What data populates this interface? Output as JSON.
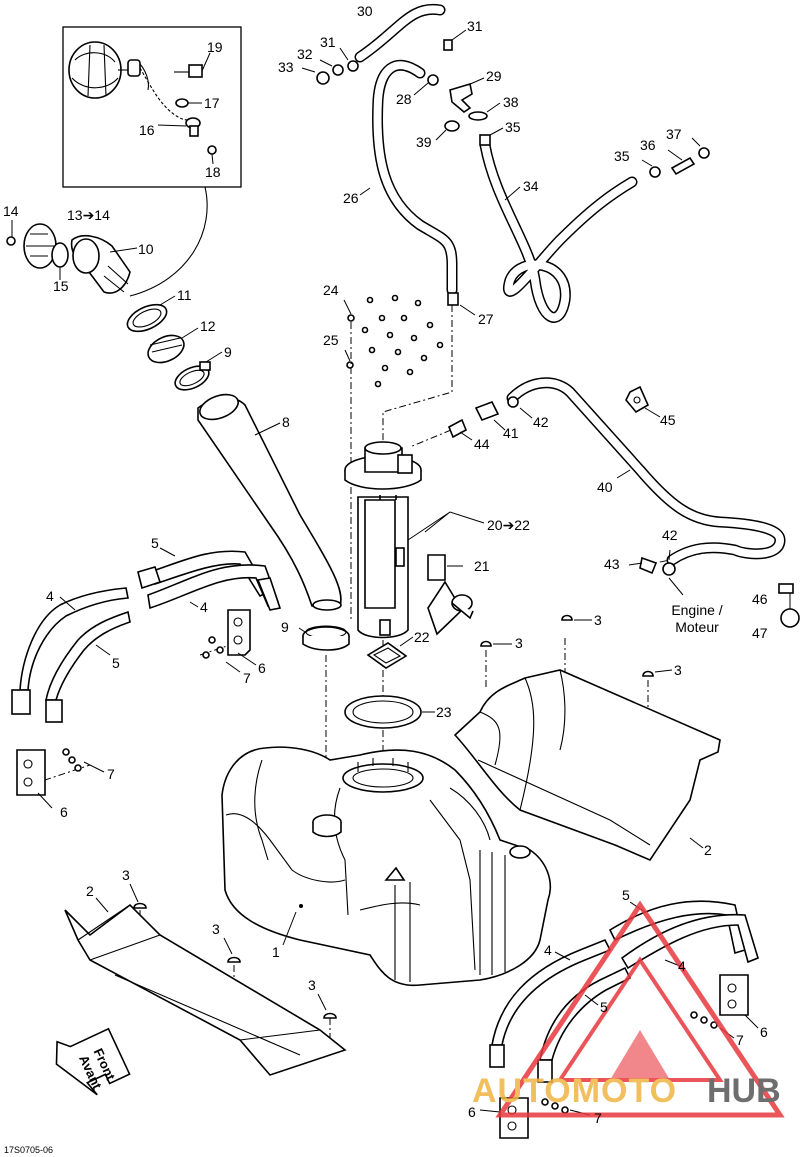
{
  "labels": {
    "l1": "1",
    "l2a": "2",
    "l2b": "2",
    "l3a": "3",
    "l3b": "3",
    "l3c": "3",
    "l3d": "3",
    "l3e": "3",
    "l3f": "3",
    "l4a": "4",
    "l4b": "4",
    "l4c": "4",
    "l4d": "4",
    "l5a": "5",
    "l5b": "5",
    "l5c": "5",
    "l5d": "5",
    "l6a": "6",
    "l6b": "6",
    "l6c": "6",
    "l6d": "6",
    "l7a": "7",
    "l7b": "7",
    "l7c": "7",
    "l7d": "7",
    "l8": "8",
    "l9a": "9",
    "l9b": "9",
    "l10": "10",
    "l11": "11",
    "l12": "12",
    "l13": "13➔14",
    "l14": "14",
    "l15": "15",
    "l16": "16",
    "l17": "17",
    "l18": "18",
    "l19": "19",
    "l2022": "20➔22",
    "l21": "21",
    "l22": "22",
    "l23": "23",
    "l24": "24",
    "l25": "25",
    "l26": "26",
    "l27": "27",
    "l28": "28",
    "l29": "29",
    "l30": "30",
    "l31a": "31",
    "l31b": "31",
    "l32": "32",
    "l33": "33",
    "l34": "34",
    "l35a": "35",
    "l35b": "35",
    "l36": "36",
    "l37": "37",
    "l38": "38",
    "l39": "39",
    "l40": "40",
    "l41": "41",
    "l42a": "42",
    "l42b": "42",
    "l43": "43",
    "l44": "44",
    "l45": "45",
    "l46": "46",
    "l47": "47"
  },
  "engine_note": {
    "line1": "Engine /",
    "line2": "Moteur"
  },
  "front_arrow": {
    "line1": "Front",
    "line2": "Avant"
  },
  "ref_code": "17S0705-06",
  "watermark": {
    "auto": "AUTOMOTO",
    "hub": "HUB",
    "accent_color": "#e8383d",
    "gold_color": "#f0b443"
  }
}
